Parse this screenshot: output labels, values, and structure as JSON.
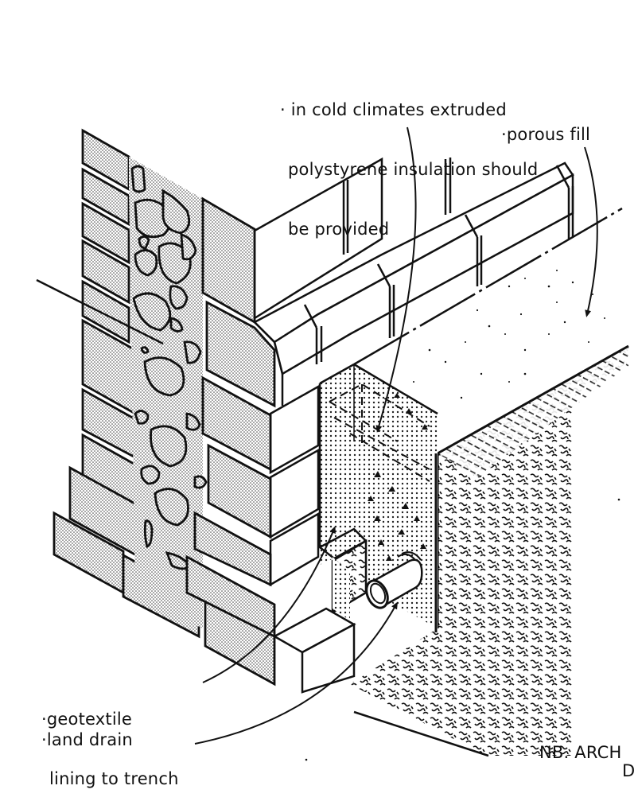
{
  "diagram": {
    "title": "Retaining wall drainage detail",
    "labels": {
      "insulation": {
        "lines": [
          "· in cold climates extruded",
          "polystyrene insulation should",
          "be provided"
        ]
      },
      "porous_fill": {
        "text": "·porous fill"
      },
      "geotextile": {
        "lines": [
          "·geotextile",
          "lining to trench"
        ]
      },
      "land_drain": {
        "text": "·land drain"
      },
      "footer_note": {
        "text": "NB. ARCH",
        "text_cut": "D"
      }
    },
    "colors": {
      "ink": "#111111",
      "paper": "#ffffff",
      "stipple": "#555555"
    },
    "components": [
      "rubble-core-stone-wall",
      "ashlar-facing-blocks",
      "coping-course",
      "porous-fill",
      "polystyrene-insulation",
      "geotextile-lining",
      "land-drain-pipe",
      "undisturbed-soil"
    ]
  }
}
